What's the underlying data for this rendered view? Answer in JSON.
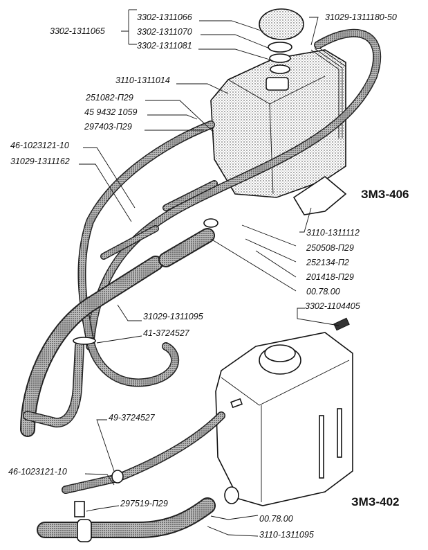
{
  "diagram": {
    "variants": [
      {
        "name": "upper-assembly",
        "engine_label": "ЗМЗ-406"
      },
      {
        "name": "lower-assembly",
        "engine_label": "ЗМЗ-402"
      }
    ],
    "group_bracket": {
      "label": "3302-1311065"
    },
    "labels": {
      "cap": "3302-1311066",
      "gasket_ring": "3302-1311070",
      "valve": "3302-1311081",
      "clamp_top": "31029-1311180-50",
      "tank_406": "3110-1311014",
      "bolt_a": "251082-П29",
      "bolt_b": "45 9432 1059",
      "nut_a": "297403-П29",
      "hose_upper": "46-1023121-10",
      "hose_mid": "31029-1311162",
      "bracket_406": "3110-1311112",
      "washer": "250508-П29",
      "nut_b": "252134-П2",
      "bolt_c": "201418-П29",
      "clamp_mid": "00.78.00",
      "tee": "3302-1104405",
      "hose_main": "31029-1311095",
      "clip_top": "41-3724527",
      "clip_low": "49-3724527",
      "hose_low": "46-1023121-10",
      "clip_bracket": "297519-П29",
      "clamp_low": "00.78.00",
      "hose_bottom": "3110-1311095"
    }
  }
}
